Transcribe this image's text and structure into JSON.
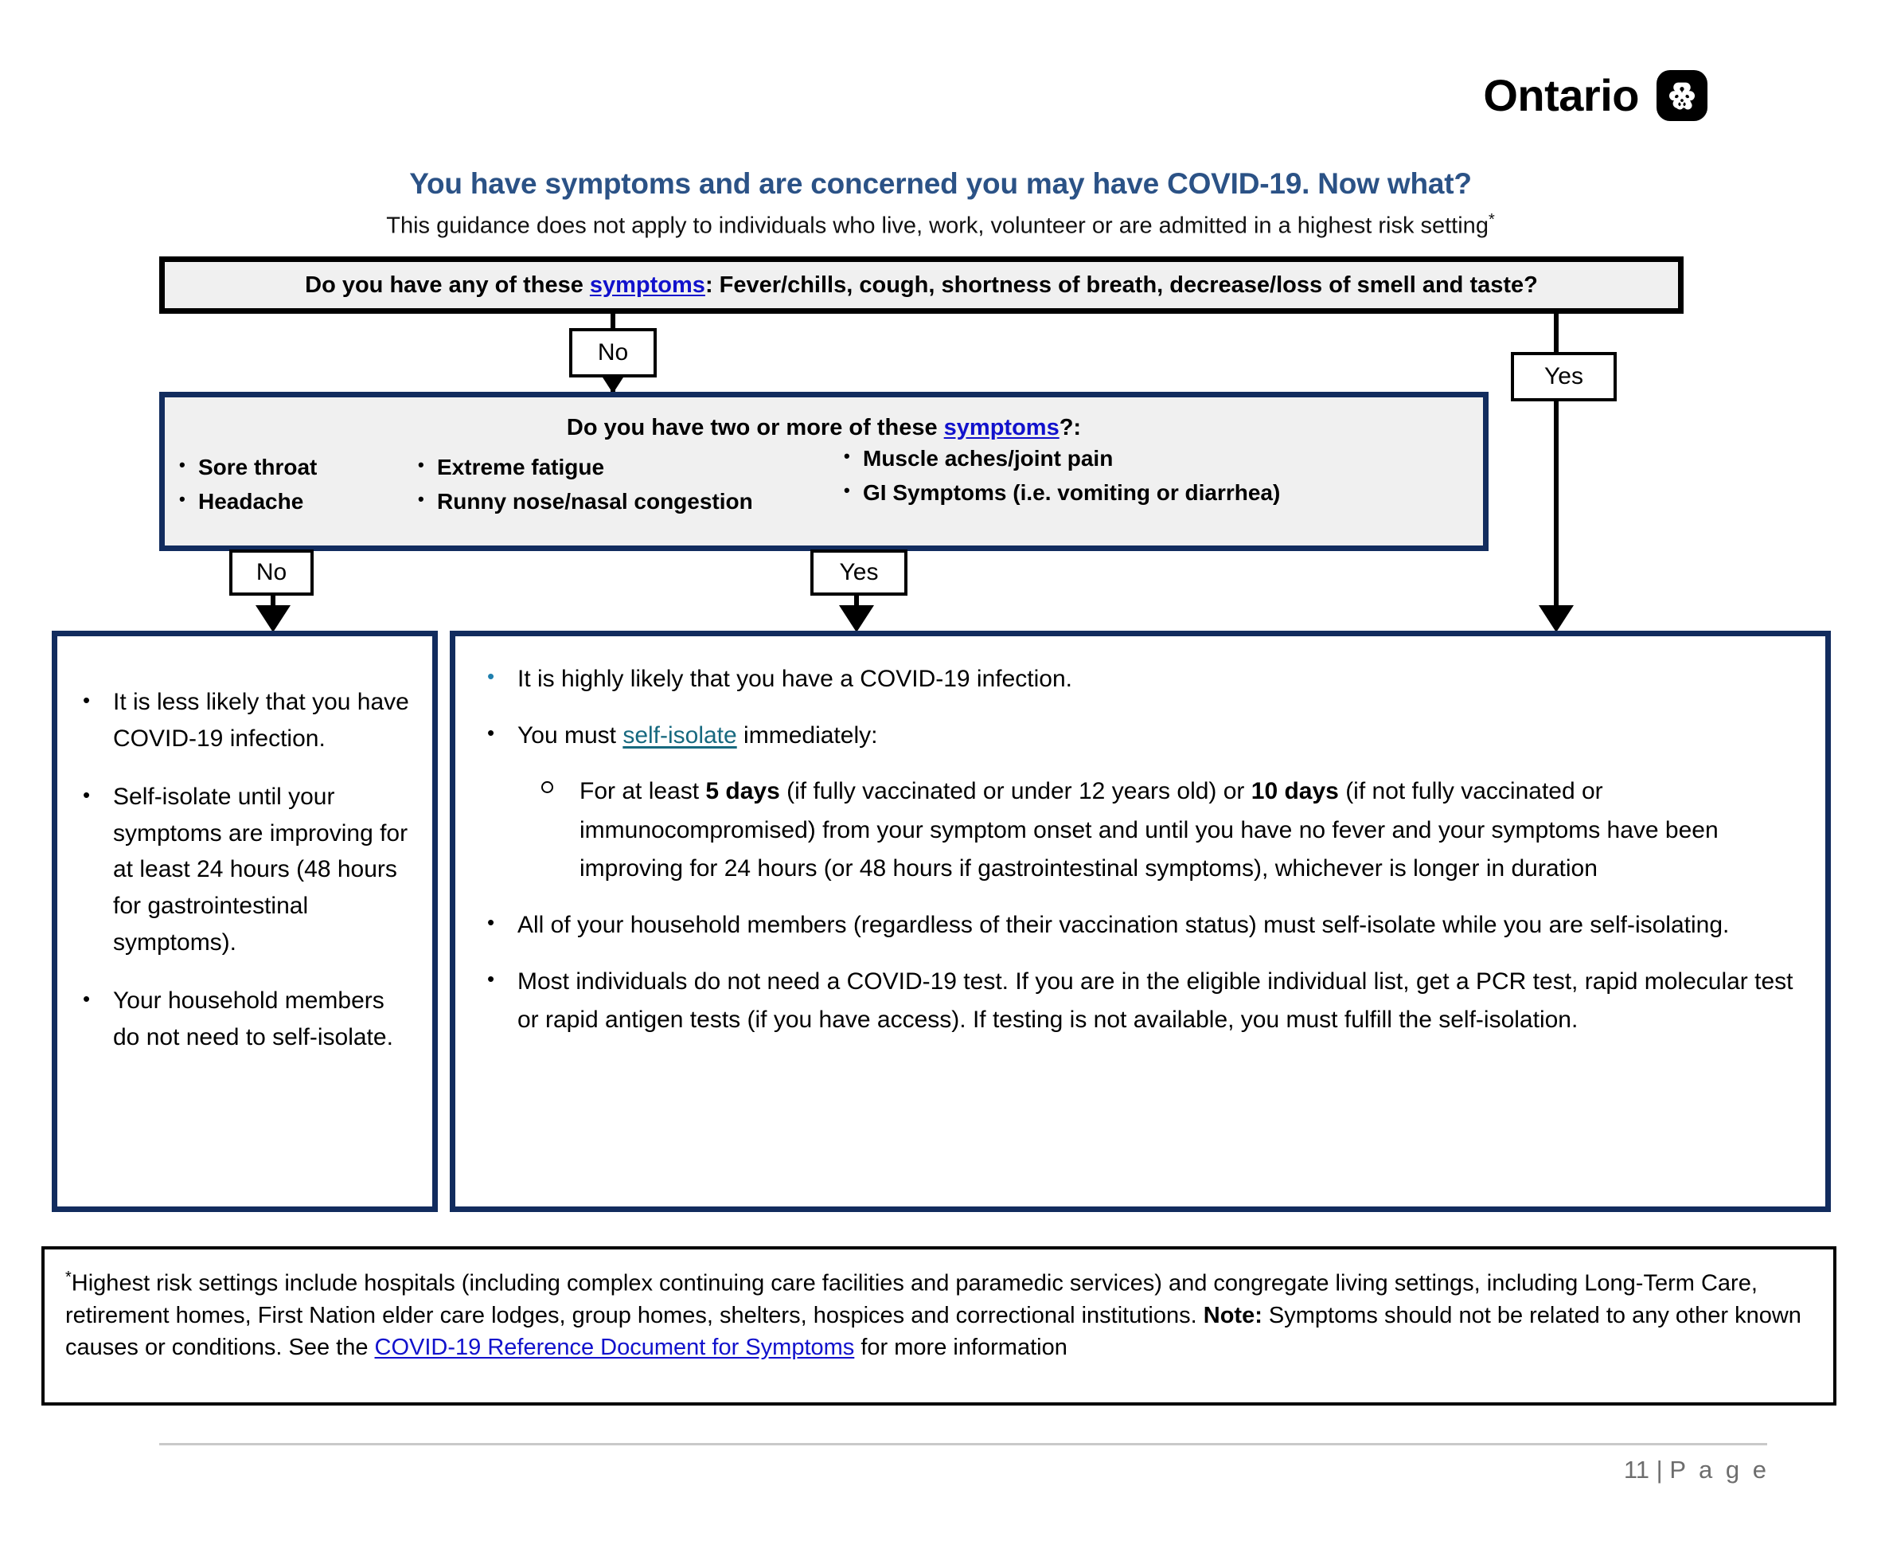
{
  "brand": {
    "word": "Ontario",
    "mark_icon": "trillium-icon"
  },
  "header": {
    "title": "You have symptoms and are concerned you may have COVID-19. Now what?",
    "subtitle": "This guidance does not apply to individuals who live, work, volunteer or are admitted in a highest risk setting",
    "subtitle_marker": "*"
  },
  "question1": {
    "prefix": "Do you have any of these ",
    "link": "symptoms",
    "suffix": ": Fever/chills, cough, shortness of breath, decrease/loss of smell and taste?"
  },
  "question2": {
    "prefix": "Do you have two or more of these ",
    "link": "symptoms",
    "suffix": "?:",
    "column1": [
      "Sore throat",
      "Headache"
    ],
    "column2": [
      "Extreme fatigue",
      "Runny nose/nasal congestion"
    ],
    "column3": [
      "Muscle aches/joint pain",
      "GI Symptoms (i.e. vomiting or diarrhea)"
    ]
  },
  "connectors": {
    "q1_no": "No",
    "q1_yes": "Yes",
    "q2_no": "No",
    "q2_yes": "Yes"
  },
  "outcome_low_risk": {
    "bullets": [
      "It is less likely that you have COVID-19 infection.",
      "Self-isolate until your symptoms are improving for at least 24 hours (48 hours for gastrointestinal symptoms).",
      "Your household members do not need to self-isolate."
    ]
  },
  "outcome_high_risk": {
    "bullet1": "It is highly likely that you have a COVID-19 infection.",
    "bullet2_prefix": "You must ",
    "bullet2_link": "self-isolate",
    "bullet2_suffix": " immediately:",
    "sub_bullet": {
      "part1": "For at least ",
      "bold1": "5 days",
      "part2": " (if fully vaccinated or under 12 years old) or ",
      "bold2": "10 days",
      "part3": " (if not fully vaccinated or immunocompromised) from your symptom onset and until you have no fever and your symptoms have been improving for 24 hours (or 48 hours if gastrointestinal symptoms), whichever is longer in duration"
    },
    "bullet3": "All of your household members (regardless of their vaccination status) must self-isolate while you are self-isolating.",
    "bullet4": "Most individuals do not need a COVID-19 test. If you are in the eligible individual list, get a PCR test, rapid molecular test or rapid antigen tests (if you have access). If testing is not available, you must fulfill the self-isolation."
  },
  "footnote": {
    "marker": "*",
    "line1": "Highest risk settings include hospitals (including complex continuing care facilities and paramedic services) and congregate living settings, including Long-Term Care, retirement homes, First Nation elder care lodges, group homes, shelters, hospices and correctional institutions. ",
    "note_label": "Note:",
    "note_text_before": " Symptoms should not be related to any other known causes or conditions. See the ",
    "note_link": "COVID-19 Reference Document for Symptoms",
    "note_text_after": " for more information"
  },
  "footer": {
    "page_number": "11",
    "separator": " | ",
    "page_word": "P a g e"
  },
  "colors": {
    "title_blue": "#2b5286",
    "box_navy": "#122c5e",
    "link_blue": "#1111cc",
    "link_teal": "#17697f",
    "box_fill": "#f0f0f0"
  }
}
